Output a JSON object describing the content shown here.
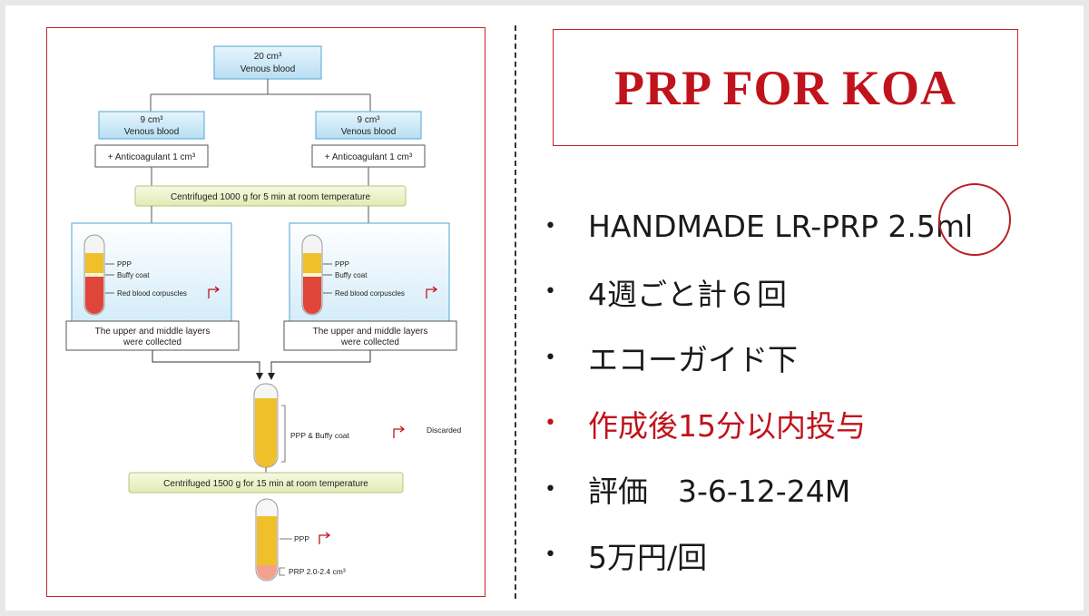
{
  "title": "PRP FOR KOA",
  "bullets": [
    {
      "text": "HANDMADE LR-PRP 2.5ml",
      "highlight": false
    },
    {
      "text": "4週ごと計６回",
      "highlight": false
    },
    {
      "text": "エコーガイド下",
      "highlight": false
    },
    {
      "text": "作成後15分以内投与",
      "highlight": true
    },
    {
      "text": "評価　3-6-12-24M",
      "highlight": false
    },
    {
      "text": "5万円/回",
      "highlight": false
    }
  ],
  "colors": {
    "accent": "#c0131b",
    "box_blue": "#cfeaf8",
    "box_green": "#eef3cf",
    "tube_yellow": "#f0c02a",
    "tube_red": "#e0453a"
  },
  "diagram": {
    "start": {
      "volume": "20 cm³",
      "label": "Venous blood"
    },
    "split_left": {
      "volume": "9 cm³",
      "label": "Venous blood",
      "additive": "+ Anticoagulant 1 cm³"
    },
    "split_right": {
      "volume": "9 cm³",
      "label": "Venous blood",
      "additive": "+ Anticoagulant 1 cm³"
    },
    "step1": "Centrifuged  1000 g for 5 min at room temperature",
    "layers": [
      "PPP",
      "Buffy coat",
      "Red blood corpuscles"
    ],
    "collected": "The upper and middle layers were collected",
    "collected_line1": "The upper and middle layers",
    "collected_line2": "were collected",
    "mid_tube_label": "PPP & Buffy coat",
    "discarded": "Discarded",
    "step2": "Centrifuged  1500 g for 15 min at room temperature",
    "final_ppp": "PPP",
    "final_prp": "PRP 2.0-2.4 cm³"
  }
}
